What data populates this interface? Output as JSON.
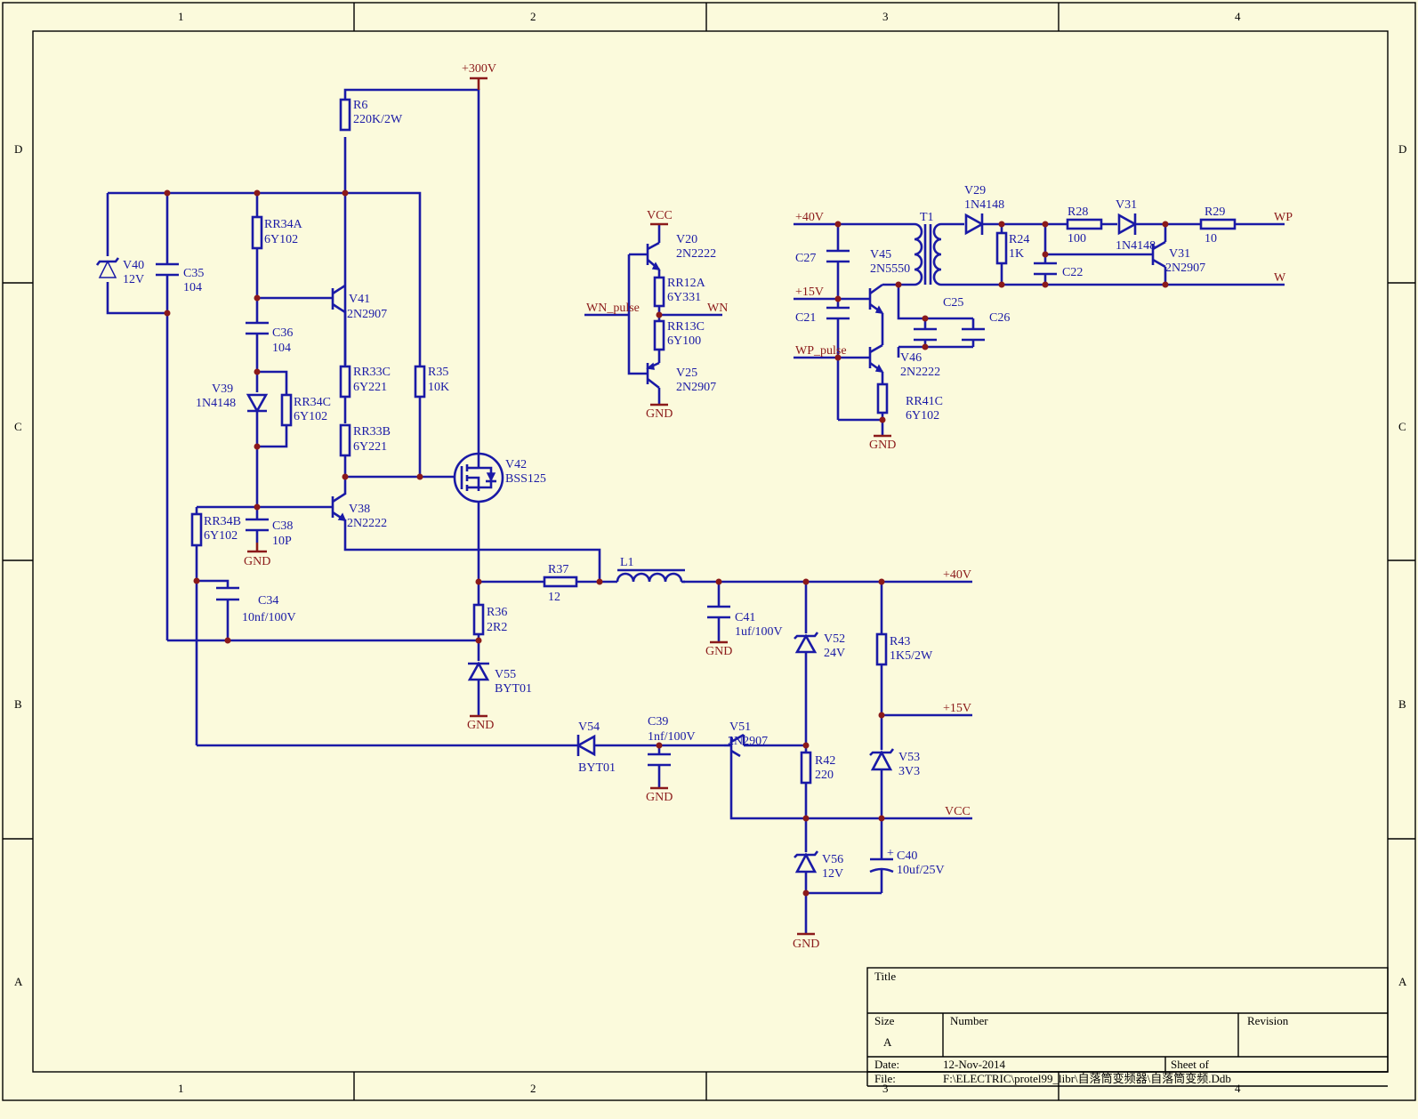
{
  "zones": {
    "columns": [
      "1",
      "2",
      "3",
      "4"
    ],
    "rows": [
      "D",
      "C",
      "B",
      "A"
    ]
  },
  "colors": {
    "wire": "#1a1aa6",
    "power": "#8b1a1a",
    "background": "#fbfadc"
  },
  "nets": {
    "v300": "+300V",
    "v40_top": "+40V",
    "v40_mid": "+40V",
    "v15_top": "+15V",
    "v15_mid": "+15V",
    "vcc_top": "VCC",
    "vcc_mid": "VCC",
    "wn_pulse": "WN_pulse",
    "wn": "WN",
    "wp_pulse": "WP_pulse",
    "wp": "WP",
    "w": "W",
    "gnd": "GND"
  },
  "components": {
    "R6": {
      "ref": "R6",
      "value": "220K/2W"
    },
    "RR34A": {
      "ref": "RR34A",
      "value": "6Y102"
    },
    "V40": {
      "ref": "V40",
      "value": "12V"
    },
    "C35": {
      "ref": "C35",
      "value": "104"
    },
    "V41": {
      "ref": "V41",
      "value": "2N2907"
    },
    "C36": {
      "ref": "C36",
      "value": "104"
    },
    "V39": {
      "ref": "V39",
      "value": "1N4148"
    },
    "RR34C": {
      "ref": "RR34C",
      "value": "6Y102"
    },
    "RR33C": {
      "ref": "RR33C",
      "value": "6Y221"
    },
    "R35": {
      "ref": "R35",
      "value": "10K"
    },
    "RR33B": {
      "ref": "RR33B",
      "value": "6Y221"
    },
    "V42": {
      "ref": "V42",
      "value": "BSS125"
    },
    "RR34B": {
      "ref": "RR34B",
      "value": "6Y102"
    },
    "C38": {
      "ref": "C38",
      "value": "10P"
    },
    "V38": {
      "ref": "V38",
      "value": "2N2222"
    },
    "C34": {
      "ref": "C34",
      "value": "10nf/100V"
    },
    "R37": {
      "ref": "R37",
      "value": "12"
    },
    "L1": {
      "ref": "L1",
      "value": ""
    },
    "R36": {
      "ref": "R36",
      "value": "2R2"
    },
    "V55": {
      "ref": "V55",
      "value": "BYT01"
    },
    "C41": {
      "ref": "C41",
      "value": "1uf/100V"
    },
    "V52": {
      "ref": "V52",
      "value": "24V"
    },
    "R43": {
      "ref": "R43",
      "value": "1K5/2W"
    },
    "V54": {
      "ref": "V54",
      "value": "BYT01"
    },
    "C39": {
      "ref": "C39",
      "value": "1nf/100V"
    },
    "V51": {
      "ref": "V51",
      "value": "2N2907"
    },
    "R42": {
      "ref": "R42",
      "value": "220"
    },
    "V53": {
      "ref": "V53",
      "value": "3V3"
    },
    "V56": {
      "ref": "V56",
      "value": "12V"
    },
    "C40": {
      "ref": "C40",
      "value": "10uf/25V"
    },
    "V20": {
      "ref": "V20",
      "value": "2N2222"
    },
    "RR12A": {
      "ref": "RR12A",
      "value": "6Y331"
    },
    "RR13C": {
      "ref": "RR13C",
      "value": "6Y100"
    },
    "V25": {
      "ref": "V25",
      "value": "2N2907"
    },
    "C27": {
      "ref": "C27",
      "value": ""
    },
    "V45": {
      "ref": "V45",
      "value": "2N5550"
    },
    "T1": {
      "ref": "T1",
      "value": ""
    },
    "V29": {
      "ref": "V29",
      "value": "1N4148"
    },
    "R24": {
      "ref": "R24",
      "value": "1K"
    },
    "R28": {
      "ref": "R28",
      "value": "100"
    },
    "V31d": {
      "ref": "V31",
      "value": "1N4148"
    },
    "R29": {
      "ref": "R29",
      "value": "10"
    },
    "V31q": {
      "ref": "V31",
      "value": "2N2907"
    },
    "C22": {
      "ref": "C22",
      "value": ""
    },
    "C21": {
      "ref": "C21",
      "value": ""
    },
    "C25": {
      "ref": "C25",
      "value": ""
    },
    "C26": {
      "ref": "C26",
      "value": ""
    },
    "V46": {
      "ref": "V46",
      "value": "2N2222"
    },
    "RR41C": {
      "ref": "RR41C",
      "value": "6Y102"
    }
  },
  "title_block": {
    "title_label": "Title",
    "title": "",
    "size_label": "Size",
    "size": "A",
    "number_label": "Number",
    "number": "",
    "revision_label": "Revision",
    "revision": "",
    "date_label": "Date:",
    "date": "12-Nov-2014",
    "sheet_label": "Sheet    of",
    "file_label": "File:",
    "file": "F:\\ELECTRIC\\protel99_libr\\自落筒变频器\\自落筒变频.Ddb"
  }
}
